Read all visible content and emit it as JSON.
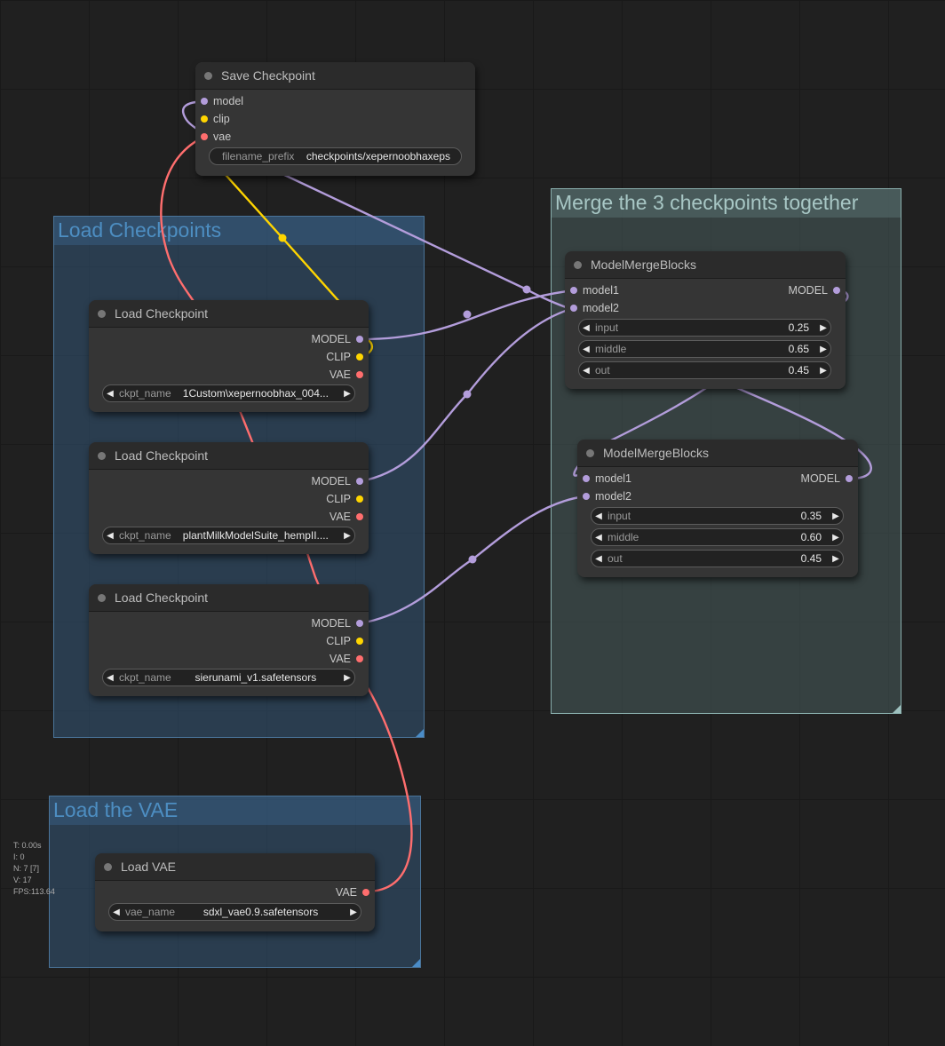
{
  "groups": {
    "load_checkpoints": "Load Checkpoints",
    "merge": "Merge the 3 checkpoints together",
    "load_vae": "Load the VAE"
  },
  "save_checkpoint": {
    "title": "Save Checkpoint",
    "inputs": [
      "model",
      "clip",
      "vae"
    ],
    "filename_prefix_label": "filename_prefix",
    "filename_prefix_value": "checkpoints/xepernoobhaxeps"
  },
  "load_checkpoints": [
    {
      "title": "Load Checkpoint",
      "outputs": [
        "MODEL",
        "CLIP",
        "VAE"
      ],
      "ckpt_label": "ckpt_name",
      "ckpt_value": "1Custom\\xepernoobhax_004..."
    },
    {
      "title": "Load Checkpoint",
      "outputs": [
        "MODEL",
        "CLIP",
        "VAE"
      ],
      "ckpt_label": "ckpt_name",
      "ckpt_value": "plantMilkModelSuite_hempII...."
    },
    {
      "title": "Load Checkpoint",
      "outputs": [
        "MODEL",
        "CLIP",
        "VAE"
      ],
      "ckpt_label": "ckpt_name",
      "ckpt_value": "sierunami_v1.safetensors"
    }
  ],
  "merge_nodes": [
    {
      "title": "ModelMergeBlocks",
      "inputs": [
        "model1",
        "model2"
      ],
      "output": "MODEL",
      "widgets": [
        {
          "label": "input",
          "value": "0.25"
        },
        {
          "label": "middle",
          "value": "0.65"
        },
        {
          "label": "out",
          "value": "0.45"
        }
      ]
    },
    {
      "title": "ModelMergeBlocks",
      "inputs": [
        "model1",
        "model2"
      ],
      "output": "MODEL",
      "widgets": [
        {
          "label": "input",
          "value": "0.35"
        },
        {
          "label": "middle",
          "value": "0.60"
        },
        {
          "label": "out",
          "value": "0.45"
        }
      ]
    }
  ],
  "load_vae": {
    "title": "Load VAE",
    "output": "VAE",
    "vae_label": "vae_name",
    "vae_value": "sdxl_vae0.9.safetensors"
  },
  "stats": {
    "t": "T: 0.00s",
    "i": "I: 0",
    "n": "N: 7 [7]",
    "v": "V: 17",
    "fps": "FPS:113.64"
  },
  "colors": {
    "model": "#b39ddb",
    "clip": "#ffd500",
    "vae": "#ff6e6e",
    "canvas": "#202020",
    "node_bg": "#353535"
  },
  "icons": {
    "decrement": "arrow-left-icon",
    "increment": "arrow-right-icon",
    "node_status": "dot-icon"
  }
}
